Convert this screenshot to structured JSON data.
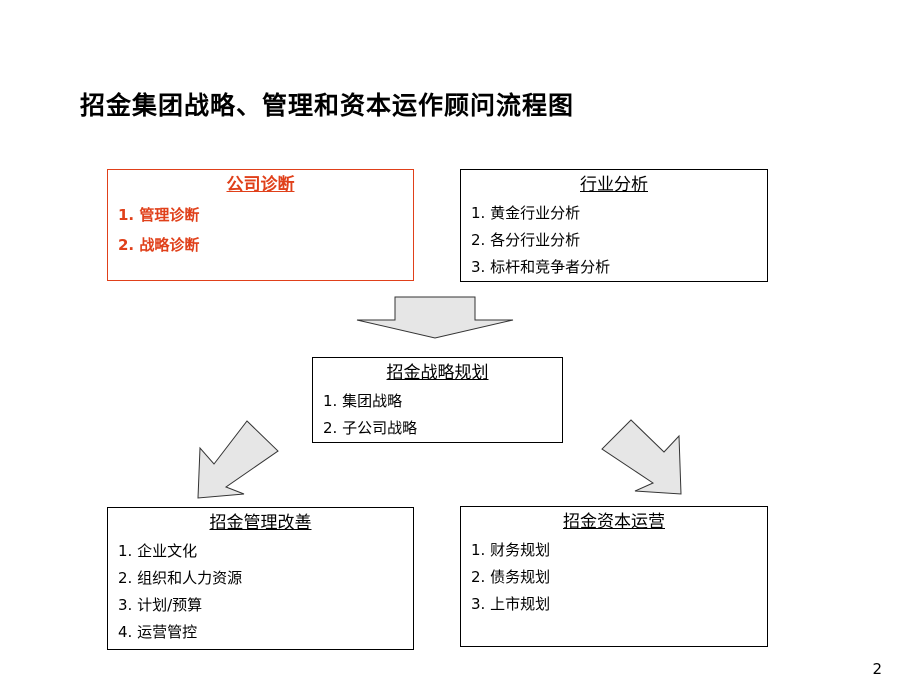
{
  "title": "招金集团战略、管理和资本运作顾问流程图",
  "boxes": {
    "diagnosis": {
      "title": "公司诊断",
      "items": [
        "1. 管理诊断",
        "2. 战略诊断"
      ]
    },
    "industry": {
      "title": "行业分析",
      "items": [
        "1. 黄金行业分析",
        "2. 各分行业分析",
        "3. 标杆和竞争者分析"
      ]
    },
    "strategy": {
      "title": "招金战略规划",
      "items": [
        "1. 集团战略",
        "2. 子公司战略"
      ]
    },
    "management": {
      "title": "招金管理改善",
      "items": [
        "1. 企业文化",
        "2. 组织和人力资源",
        "3. 计划/预算",
        "4. 运营管控"
      ]
    },
    "capital": {
      "title": "招金资本运营",
      "items": [
        "1. 财务规划",
        "2. 债务规划",
        "3. 上市规划"
      ]
    }
  },
  "page_number": "2",
  "colors": {
    "highlight": "#e0401a",
    "arrow_fill": "#e6e6e6"
  }
}
